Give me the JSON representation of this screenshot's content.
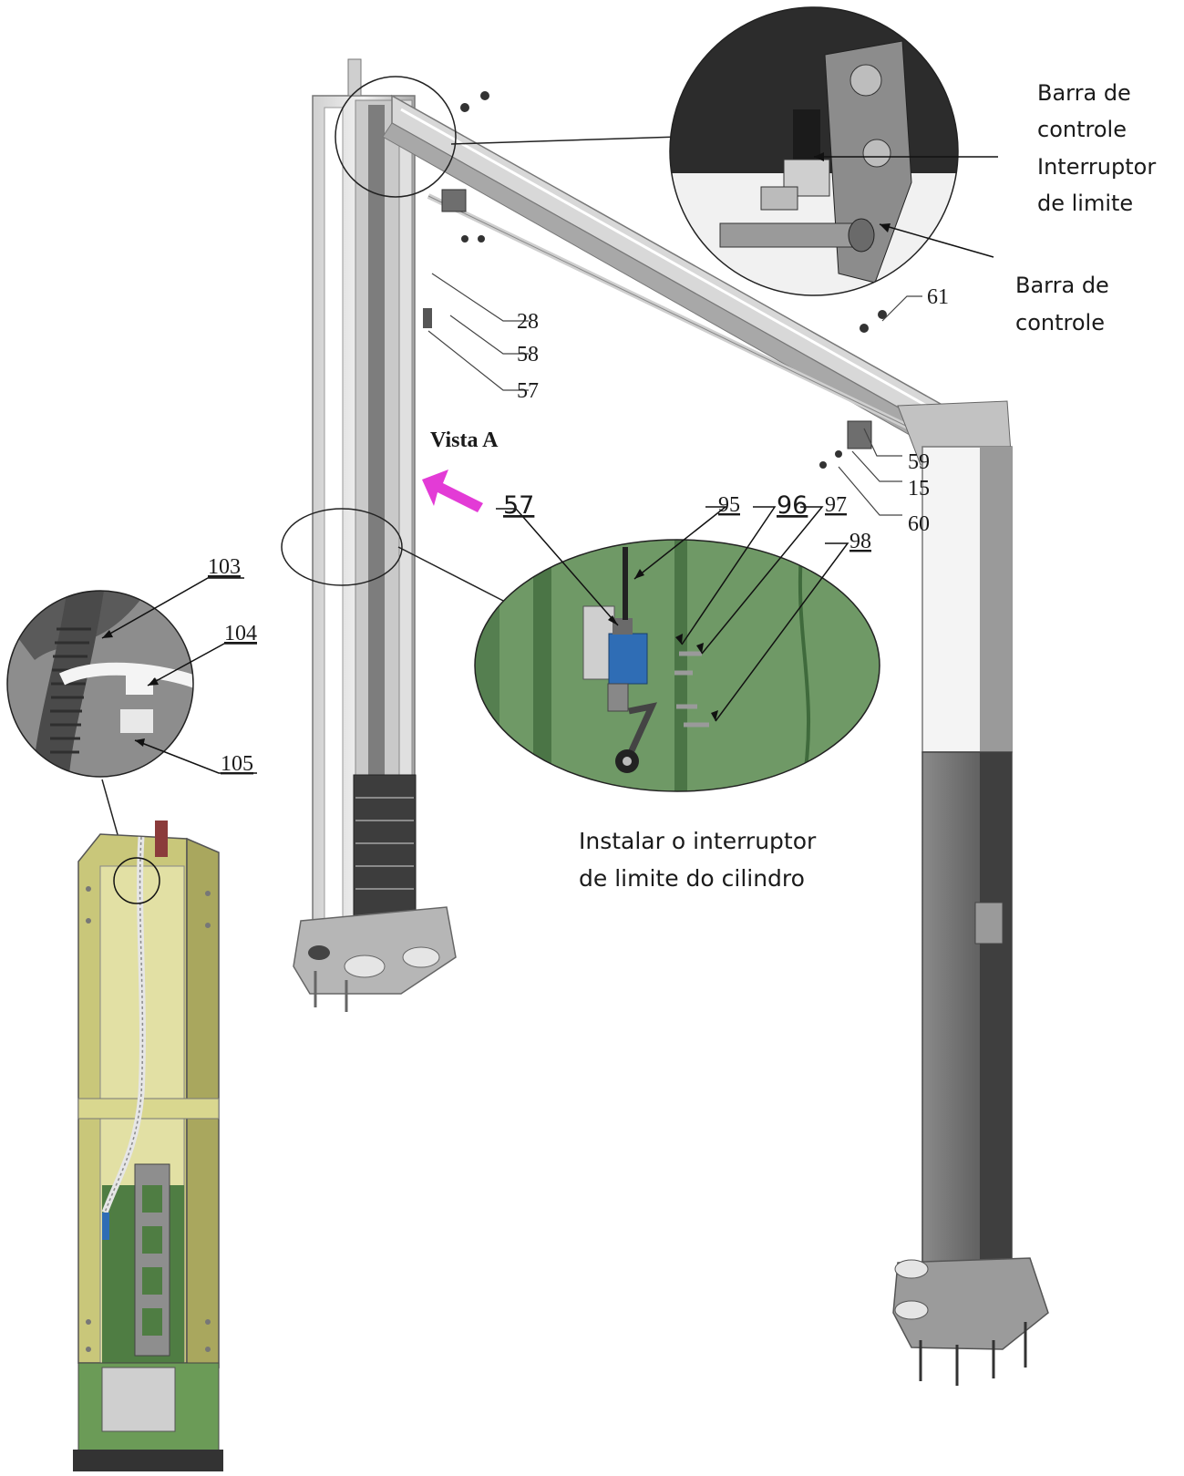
{
  "callouts": {
    "top_right": {
      "label_a": "Barra de",
      "label_b": "controle",
      "label_c": "Interruptor",
      "label_d": "de limite",
      "label_e": "Barra de",
      "label_f": "controle"
    },
    "view": "Vista A",
    "install_line1": "Instalar o interruptor",
    "install_line2": "de limite do cilindro"
  },
  "part_numbers": {
    "p28": "28",
    "p58": "58",
    "p57_top": "57",
    "p61": "61",
    "p59": "59",
    "p15": "15",
    "p60": "60",
    "p57_detail": "57",
    "p95": "95",
    "p96": "96",
    "p97": "97",
    "p98": "98",
    "p103": "103",
    "p104": "104",
    "p105": "105"
  },
  "colors": {
    "steel_light": "#e9e9e9",
    "steel_mid": "#bdbdbd",
    "steel_dark": "#6f6f6f",
    "detail_green": "#5f8a5a",
    "detail_green_dark": "#3f6a3c",
    "switch_blue": "#2f6db5",
    "arrow_magenta": "#e33bd6",
    "column_olive": "#b5b36a",
    "column_green": "#6b9b57"
  }
}
